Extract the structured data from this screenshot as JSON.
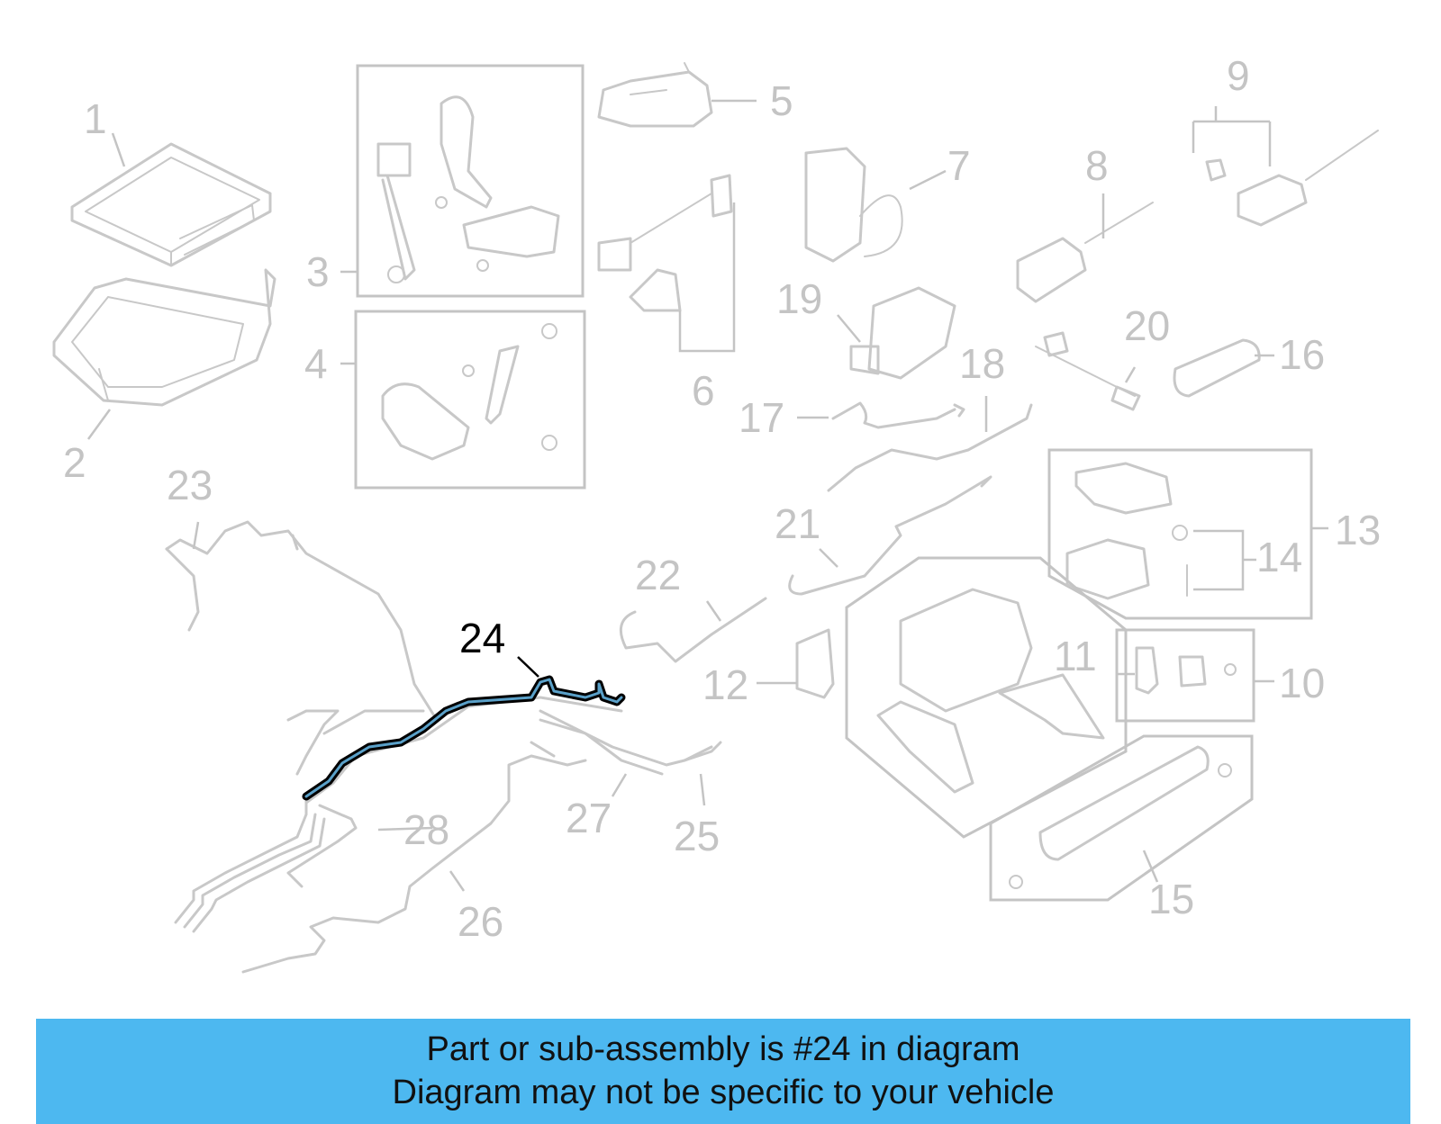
{
  "banner": {
    "line1": "Part or sub-assembly is #24 in diagram",
    "line2": "Diagram may not be specific to your vehicle",
    "background_color": "#4db8f0"
  },
  "diagram": {
    "highlighted_part": "24",
    "highlight_color": "#000000",
    "highlight_inner_color": "#5aa0c8",
    "part_color": "#c8c8c8",
    "callouts": [
      "1",
      "2",
      "3",
      "4",
      "5",
      "6",
      "7",
      "8",
      "9",
      "10",
      "11",
      "12",
      "13",
      "14",
      "15",
      "16",
      "17",
      "18",
      "19",
      "20",
      "21",
      "22",
      "23",
      "24",
      "25",
      "26",
      "27",
      "28"
    ]
  }
}
